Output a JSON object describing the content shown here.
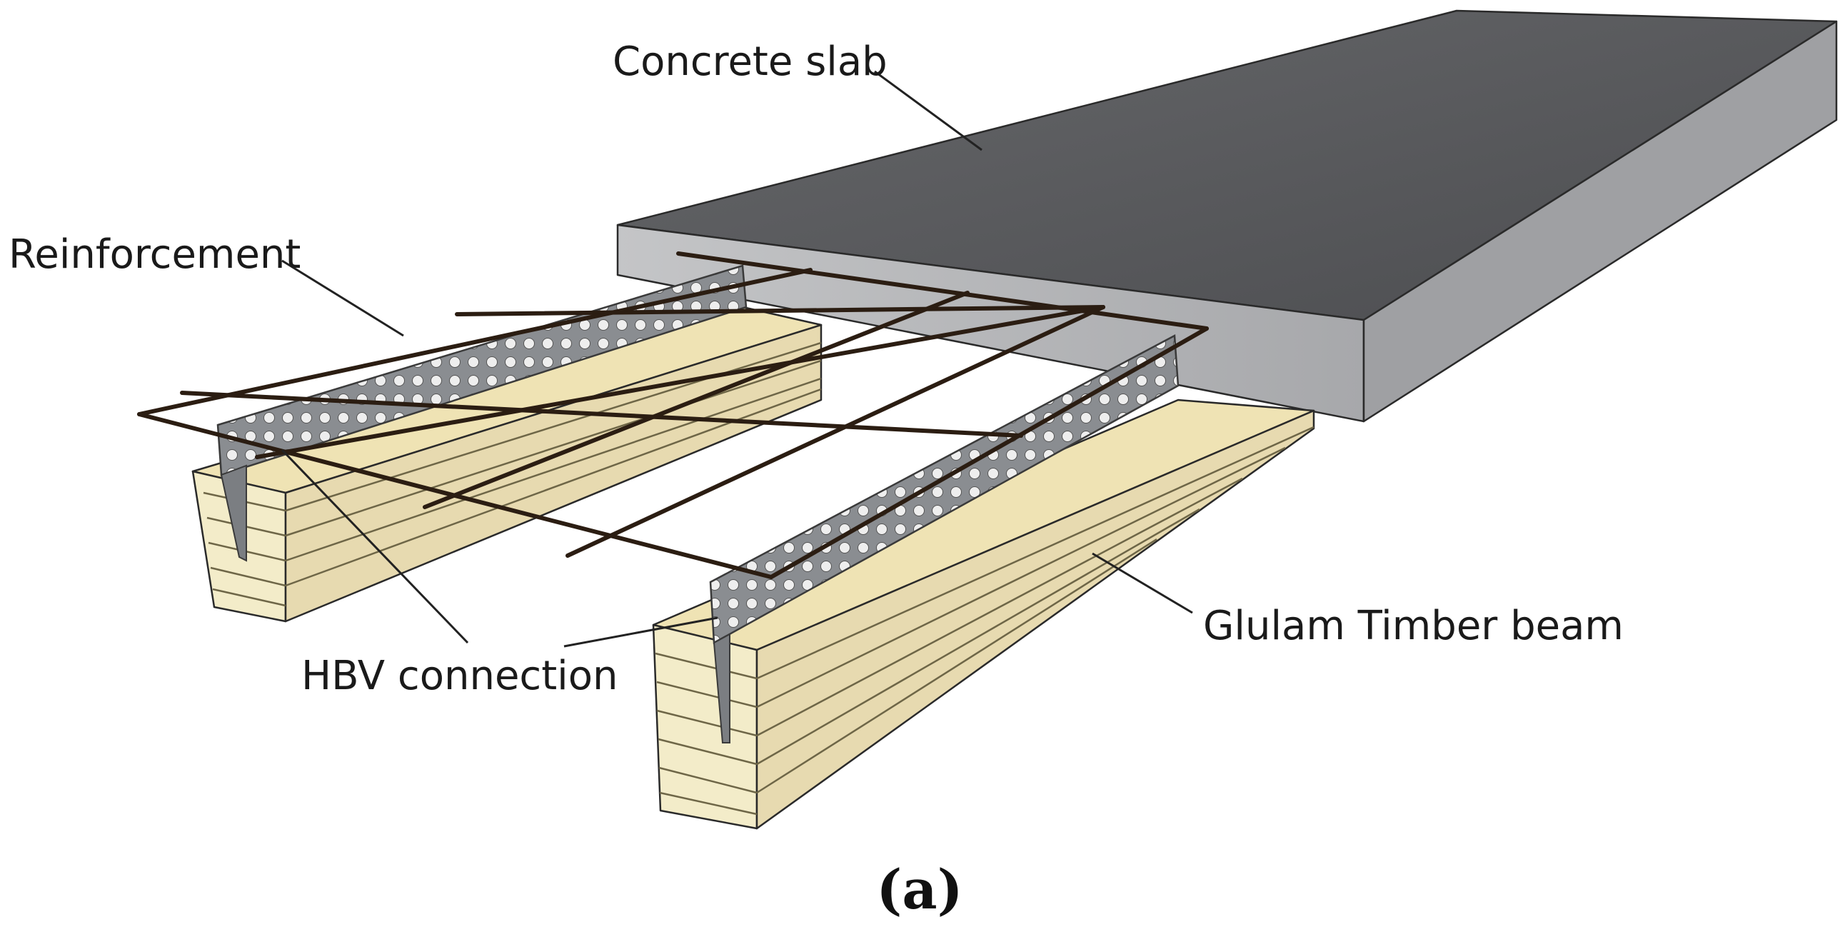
{
  "labels": {
    "concrete_slab": "Concrete slab",
    "reinforcement": "Reinforcement",
    "hbv_connection": "HBV connection",
    "glulam_beam": "Glulam Timber beam"
  },
  "caption": "(a)",
  "colors": {
    "concrete_top": "#58595c",
    "concrete_side": "#b7b8ba",
    "timber_light": "#f2e9c3",
    "timber_side": "#e3d5a2",
    "steel_plate": "#8a8d91",
    "rebar": "#2b1d12"
  }
}
